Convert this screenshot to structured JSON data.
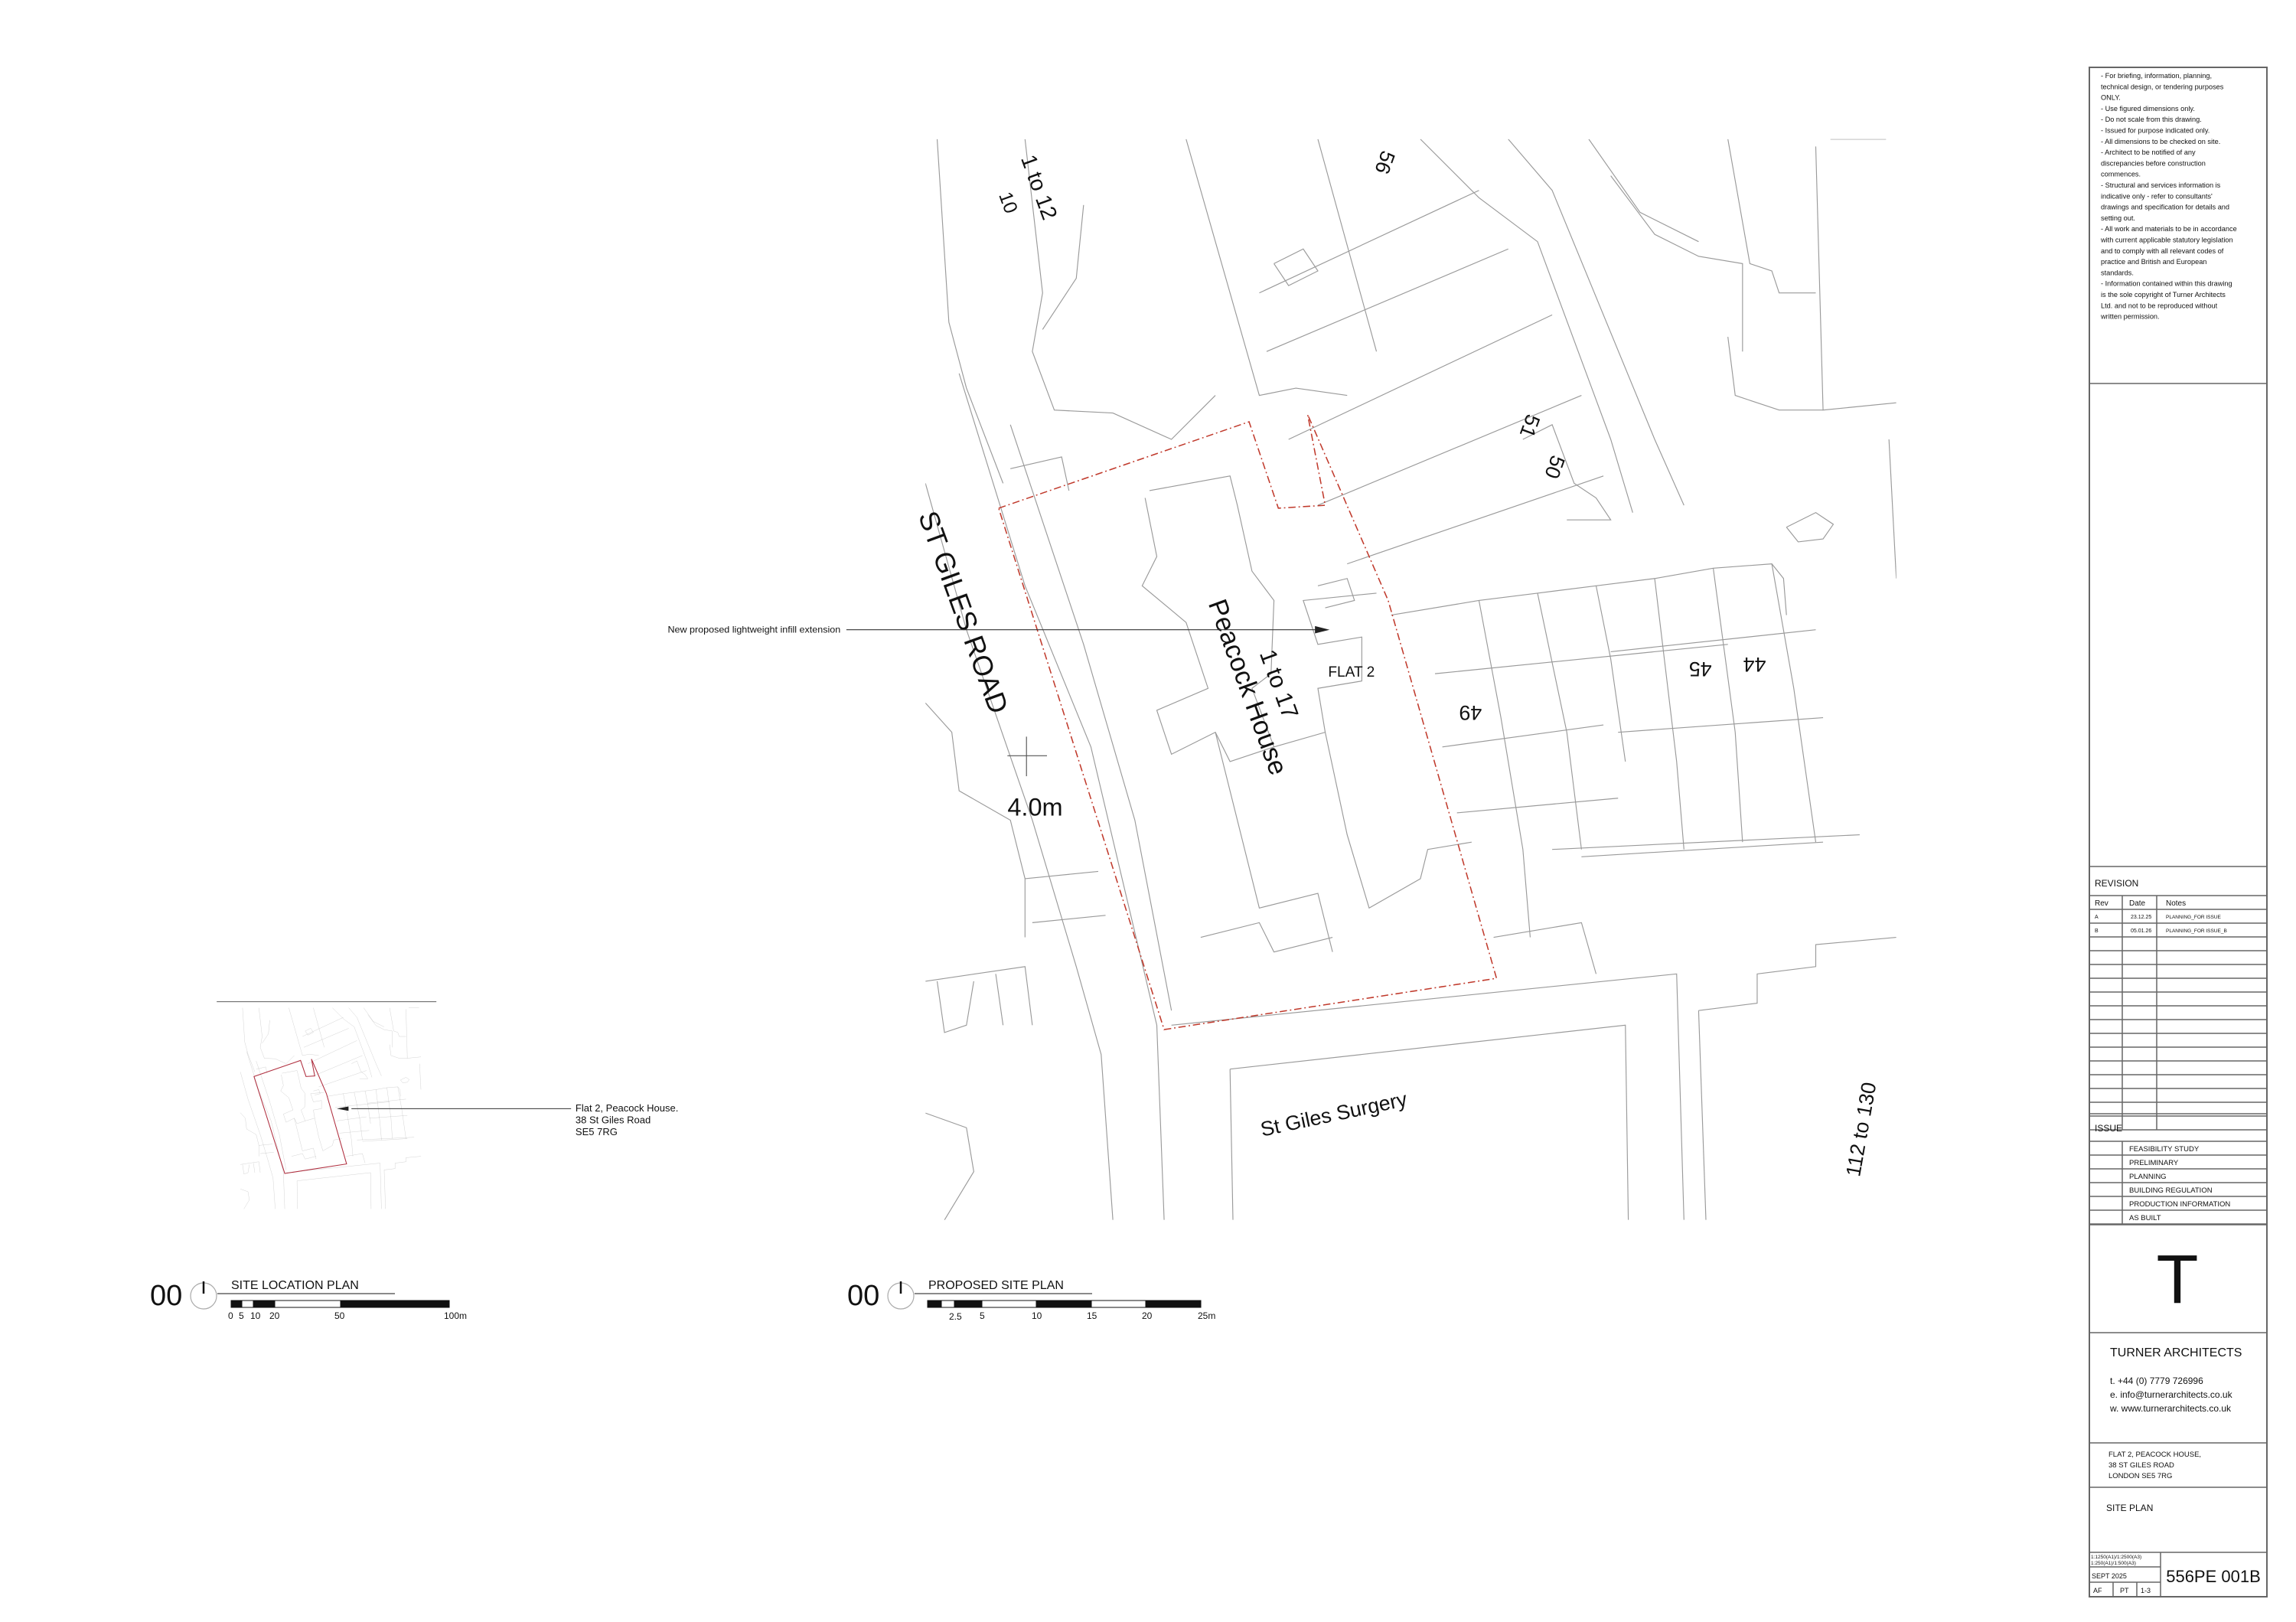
{
  "proposed_site_plan": {
    "labels": {
      "road": "ST GILES ROAD",
      "block_1_to_12": "1 to 12",
      "block_10": "10",
      "no_56": "56",
      "no_51": "51",
      "no_50": "50",
      "peacock_house": "Peacock House",
      "block_1_to_17": "1 to 17",
      "flat_2": "FLAT 2",
      "no_49": "49",
      "no_45": "45",
      "no_44": "44",
      "spot_level": "4.0m",
      "surgery": "St Giles Surgery",
      "block_112_to_130": "112 to 130"
    },
    "annotation": "New proposed lightweight infill extension",
    "boundary_color": "#c0392b"
  },
  "site_location_plan": {
    "address_lines": [
      "Flat 2, Peacock House.",
      "38 St Giles Road",
      "SE5 7RG"
    ]
  },
  "titles": [
    {
      "number": "00",
      "title": "SITE LOCATION PLAN",
      "scale_ticks": [
        "0",
        "5",
        "10",
        "20",
        "50",
        "100m"
      ]
    },
    {
      "number": "00",
      "title": "PROPOSED SITE PLAN",
      "scale_ticks": [
        "2.5",
        "5",
        "10",
        "15",
        "20",
        "25m"
      ]
    }
  ],
  "title_block": {
    "notes": [
      "- For briefing, information, planning,",
      "technical design, or tendering purposes",
      "ONLY.",
      "- Use figured dimensions only.",
      "- Do not scale from this drawing.",
      "- Issued for purpose indicated only.",
      "- All dimensions to be checked on site.",
      "- Architect to be notified of any",
      "discrepancies before construction",
      "commences.",
      "- Structural and services information is",
      "indicative only - refer to consultants'",
      "drawings and specification for details and",
      "setting out.",
      "- All work and materials to be in accordance",
      "with current applicable statutory legislation",
      "and to comply with all relevant codes of",
      "practice and British and European",
      "standards.",
      "- Information contained within this drawing",
      "is the sole copyright of Turner Architects",
      "Ltd. and not to be reproduced without",
      "written permission."
    ],
    "revision": {
      "heading": "REVISION",
      "columns": [
        "Rev",
        "Date",
        "Notes"
      ],
      "rows": [
        {
          "rev": "A",
          "date": "23.12.25",
          "notes": "PLANNING_FOR ISSUE"
        },
        {
          "rev": "B",
          "date": "05.01.26",
          "notes": "PLANNING_FOR ISSUE_B"
        }
      ]
    },
    "issue": {
      "heading": "ISSUE",
      "items": [
        "FEASIBILITY STUDY",
        "PRELIMINARY",
        "PLANNING",
        "BUILDING REGULATION",
        "PRODUCTION INFORMATION",
        "AS BUILT"
      ]
    },
    "logo_letter": "T",
    "company": {
      "name": "TURNER ARCHITECTS",
      "phone": "t. +44 (0) 7779 726996",
      "email": "e. info@turnerarchitects.co.uk",
      "web": "w. www.turnerarchitects.co.uk"
    },
    "project_address": [
      "FLAT 2, PEACOCK HOUSE,",
      "38 ST GILES ROAD",
      "LONDON SE5 7RG"
    ],
    "drawing_title": "SITE PLAN",
    "scales": [
      "1:1250(A1)/1:2500(A3)",
      "1:250(A1)/1:500(A3)"
    ],
    "date": "SEPT 2025",
    "drawn_by": "AF",
    "checked_by": "PT",
    "sheet": "1-3",
    "drawing_number": "556PE 001B"
  }
}
